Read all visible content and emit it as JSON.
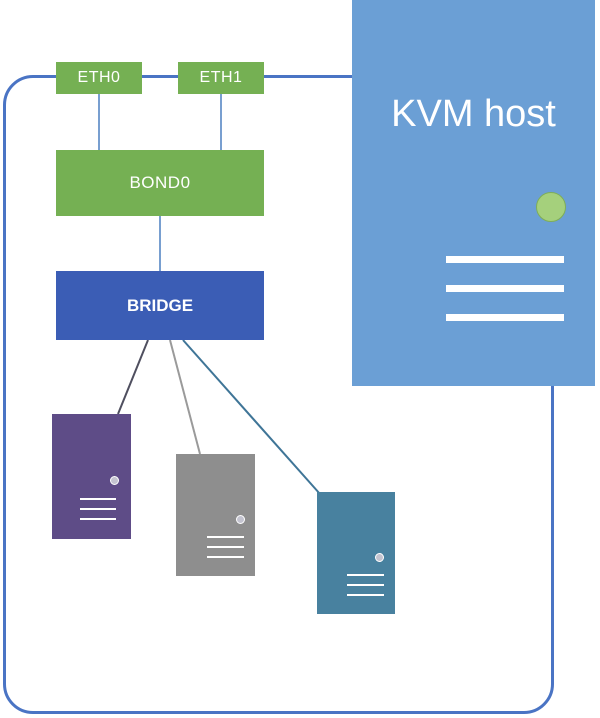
{
  "diagram": {
    "nics": [
      {
        "id": "eth0",
        "label": "ETH0"
      },
      {
        "id": "eth1",
        "label": "ETH1"
      }
    ],
    "bond": {
      "label": "BOND0"
    },
    "bridge": {
      "label": "BRIDGE"
    },
    "host": {
      "label": "KVM host",
      "led_color": "#a5d07c",
      "color": "#6b9fd5"
    },
    "vms": [
      {
        "id": "vm1",
        "color": "#5e4c87"
      },
      {
        "id": "vm2",
        "color": "#8e8e8e"
      },
      {
        "id": "vm3",
        "color": "#48819f"
      }
    ],
    "edges": [
      {
        "from": "eth0",
        "to": "bond0"
      },
      {
        "from": "eth1",
        "to": "bond0"
      },
      {
        "from": "bond0",
        "to": "bridge"
      },
      {
        "from": "bridge",
        "to": "vm1"
      },
      {
        "from": "bridge",
        "to": "vm2"
      },
      {
        "from": "bridge",
        "to": "vm3"
      }
    ],
    "colors": {
      "nic_green": "#75b053",
      "bridge_blue": "#3b5db5",
      "outline_blue": "#4a74c4"
    }
  }
}
